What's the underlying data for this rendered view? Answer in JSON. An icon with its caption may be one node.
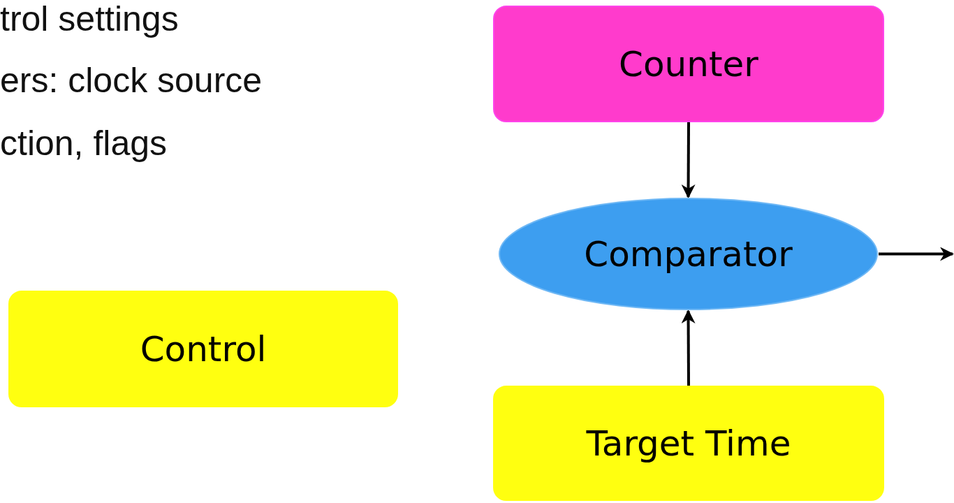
{
  "diagram": {
    "nodes": [
      {
        "text": [
          "Counter"
        ]
      },
      {
        "text": [
          "Comparator"
        ]
      },
      {
        "text": [
          "Control"
        ]
      },
      {
        "text": [
          "Target Time"
        ]
      }
    ],
    "edges": [
      {
        "from": 0,
        "to": 1,
        "arrow": "to"
      },
      {
        "from": 3,
        "to": 1,
        "arrow": "to"
      },
      {
        "from": 1,
        "to": null,
        "arrow": "to"
      }
    ],
    "labels": [
      "trol settings",
      "ers: clock source",
      "ction, flags"
    ]
  }
}
